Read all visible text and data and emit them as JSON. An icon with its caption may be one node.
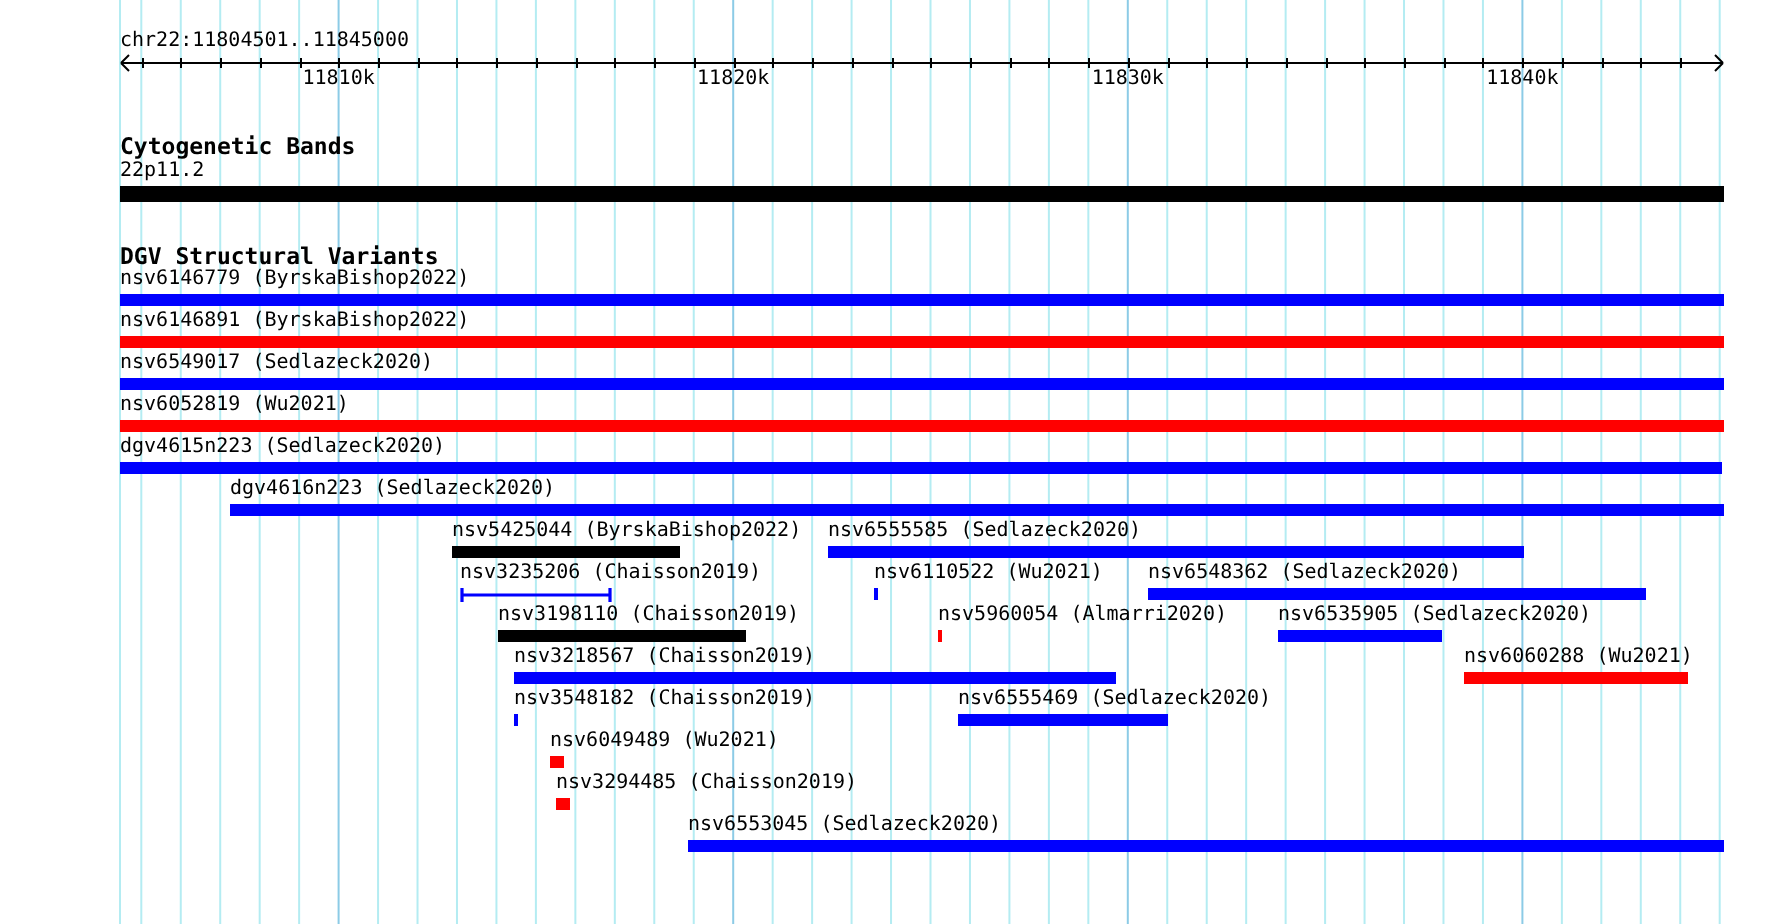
{
  "diagram": {
    "title": "chr22:11804501..11845000",
    "nodes": [
      {
        "text": [
          "22p11.2"
        ]
      },
      {
        "text": [
          "nsv6146779 (ByrskaBishop2022)"
        ]
      },
      {
        "text": [
          "nsv6146891 (ByrskaBishop2022)"
        ]
      },
      {
        "text": [
          "nsv6549017 (Sedlazeck2020)"
        ]
      },
      {
        "text": [
          "nsv6052819 (Wu2021)"
        ]
      },
      {
        "text": [
          "dgv4615n223 (Sedlazeck2020)"
        ]
      },
      {
        "text": [
          "dgv4616n223 (Sedlazeck2020)"
        ]
      },
      {
        "text": [
          "nsv5425044 (ByrskaBishop2022)"
        ]
      },
      {
        "text": [
          "nsv6555585 (Sedlazeck2020)"
        ]
      },
      {
        "text": [
          "nsv3235206 (Chaisson2019)"
        ]
      },
      {
        "text": [
          "nsv6110522 (Wu2021)"
        ]
      },
      {
        "text": [
          "nsv6548362 (Sedlazeck2020)"
        ]
      },
      {
        "text": [
          "nsv3198110 (Chaisson2019)"
        ]
      },
      {
        "text": [
          "nsv5960054 (Almarri2020)"
        ]
      },
      {
        "text": [
          "nsv6535905 (Sedlazeck2020)"
        ]
      },
      {
        "text": [
          "nsv3218567 (Chaisson2019)"
        ]
      },
      {
        "text": [
          "nsv6060288 (Wu2021)"
        ]
      },
      {
        "text": [
          "nsv3548182 (Chaisson2019)"
        ]
      },
      {
        "text": [
          "nsv6555469 (Sedlazeck2020)"
        ]
      },
      {
        "text": [
          "nsv6049489 (Wu2021)"
        ]
      },
      {
        "text": [
          "nsv3294485 (Chaisson2019)"
        ]
      },
      {
        "text": [
          "nsv6553045 (Sedlazeck2020)"
        ]
      }
    ],
    "labels": [
      "11810k",
      "11820k",
      "11830k",
      "11840k",
      "Cytogenetic Bands",
      "DGV Structural Variants"
    ]
  }
}
